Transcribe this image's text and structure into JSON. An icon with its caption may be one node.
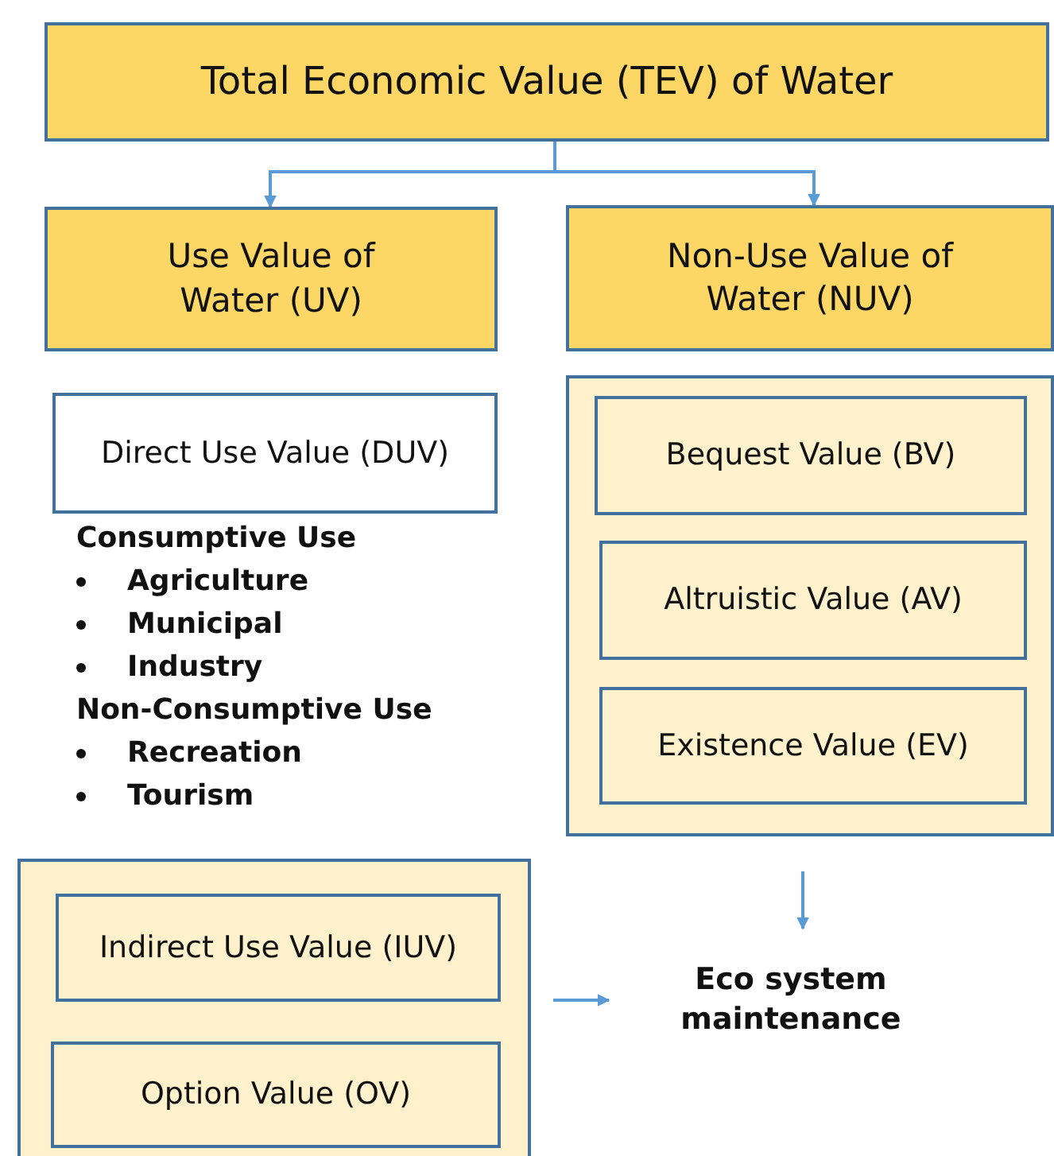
{
  "diagram": {
    "nodes": [
      {
        "text": [
          "Total Economic Value  (TEV) of Water"
        ]
      },
      {
        "text": [
          "Use Value of Water (UV)"
        ]
      },
      {
        "text": [
          "Non-Use Value of Water (NUV)"
        ]
      },
      {
        "text": [
          "Direct Use Value (DUV)"
        ]
      },
      {
        "text": [],
        "shape": "box"
      },
      {
        "text": [
          "Bequest Value (BV)"
        ],
        "in": 4
      },
      {
        "text": [
          "Altruistic Value (AV)"
        ],
        "in": 4
      },
      {
        "text": [
          "Existence Value (EV)"
        ],
        "in": 4
      },
      {
        "text": [],
        "shape": "box"
      },
      {
        "text": [
          "Indirect Use Value (IUV)"
        ],
        "in": 8
      },
      {
        "text": [
          "Option Value (OV)"
        ],
        "in": 8
      },
      {
        "text": [
          "Eco system maintenance"
        ]
      }
    ],
    "edges": [
      {
        "from": 0,
        "to": 1,
        "arrow": "to"
      },
      {
        "from": 0,
        "to": 2,
        "arrow": "to"
      },
      {
        "from": 4,
        "to": 11,
        "arrow": "to"
      },
      {
        "from": 8,
        "to": 11,
        "arrow": "to"
      }
    ],
    "labels": [
      "Consumptive Use",
      "Agriculture",
      "Municipal",
      "Industry",
      "Non-Consumptive Use",
      "Recreation",
      "Tourism"
    ]
  }
}
